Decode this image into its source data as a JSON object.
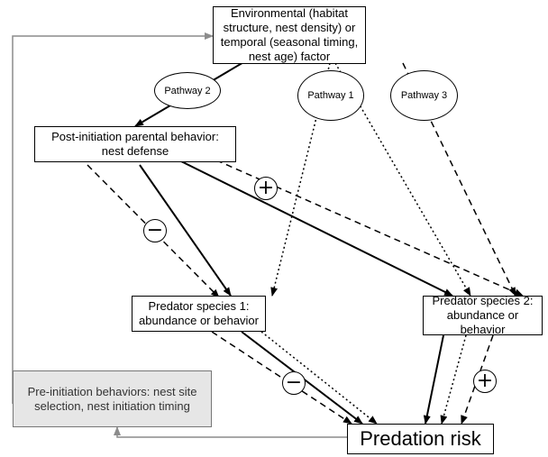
{
  "nodes": {
    "factor": "Environmental (habitat structure, nest density) or temporal (seasonal timing, nest age) factor",
    "parental": "Post-initiation parental behavior: nest defense",
    "predator1": "Predator species 1: abundance or behavior",
    "predator2": "Predator species 2: abundance or behavior",
    "preinit": "Pre-initiation behaviors: nest site selection, nest initiation timing",
    "risk": "Predation risk"
  },
  "pathways": {
    "p1": "Pathway 1",
    "p2": "Pathway 2",
    "p3": "Pathway 3"
  },
  "signs": {
    "minus": "−",
    "plus": "+"
  },
  "line_styles": {
    "pathway_1": "dotted",
    "pathway_2": "solid",
    "pathway_3": "dashed",
    "feedback": "gray"
  },
  "colors": {
    "line": "#000000",
    "feedback": "#8c8c8c",
    "preinit_fill": "#e6e6e6"
  }
}
